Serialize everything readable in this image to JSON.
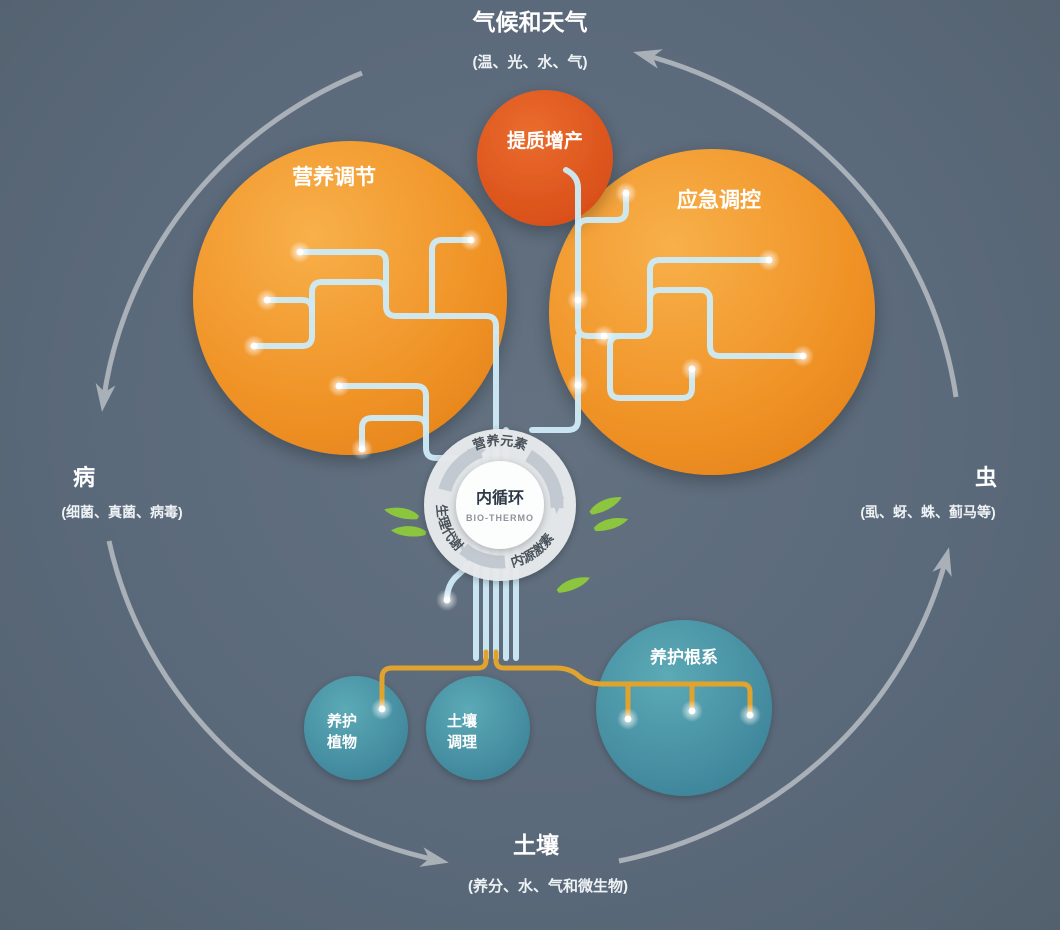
{
  "title_nodes": {
    "climate": {
      "title": "气候和天气",
      "subtitle": "(温、光、水、气)"
    },
    "disease": {
      "title": "病",
      "subtitle": "(细菌、真菌、病毒)"
    },
    "insect": {
      "title": "虫",
      "subtitle": "(虱、蚜、蛛、蓟马等)"
    },
    "soil": {
      "title": "土壤",
      "subtitle": "(养分、水、气和微生物)"
    }
  },
  "bubbles": {
    "nutrition": {
      "label": "营养调节"
    },
    "quality": {
      "label": "提质增产"
    },
    "emergency": {
      "label": "应急调控"
    },
    "root_care": {
      "label": "养护根系"
    },
    "plant_care": {
      "line1": "养护",
      "line2": "植物"
    },
    "soil_conditioning": {
      "line1": "土壤",
      "line2": "调理"
    }
  },
  "center": {
    "title": "内循环",
    "subtitle": "BIO-THERMO",
    "ring_labels": {
      "top": "营养元素",
      "left": "生理代谢",
      "right": "内源激素"
    }
  },
  "colors": {
    "background": "#5b6a7b",
    "orange": "#ee8e25",
    "orange_light": "#f8b04a",
    "red_orange": "#dd5420",
    "teal": "#4a93a8",
    "branch_blue": "#cdeaf6",
    "root_gold": "#e0a42e",
    "leaf_green": "#8cc63e",
    "arrow_gray": "#a9b0b8"
  }
}
